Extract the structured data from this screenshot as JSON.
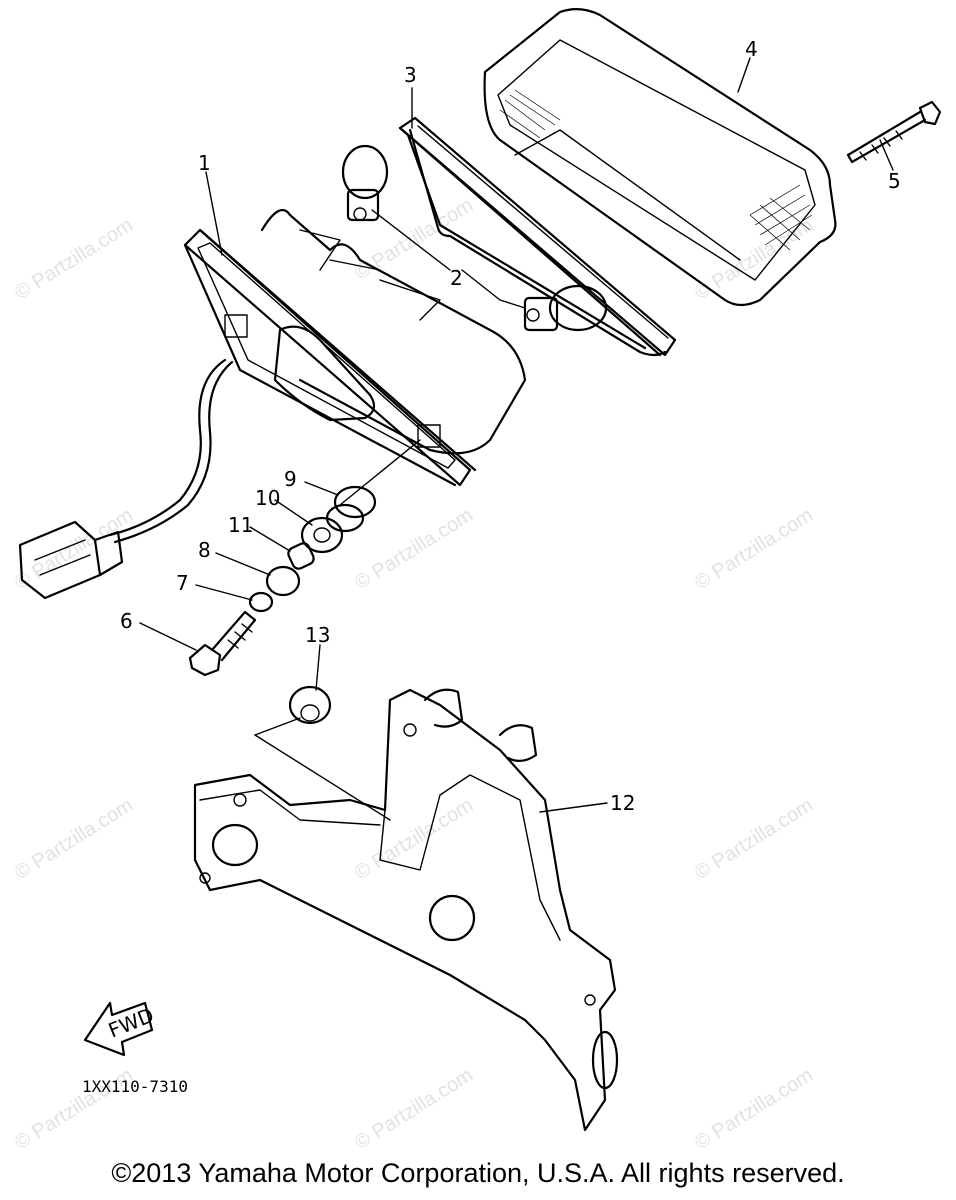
{
  "watermark_text": "© Partzilla.com",
  "reference_code": "1XX110-7310",
  "fwd_label": "FWD",
  "copyright": "©2013 Yamaha Motor Corporation, U.S.A. All rights reserved.",
  "callouts": [
    "1",
    "2",
    "3",
    "4",
    "5",
    "6",
    "7",
    "8",
    "9",
    "10",
    "11",
    "12",
    "13"
  ]
}
